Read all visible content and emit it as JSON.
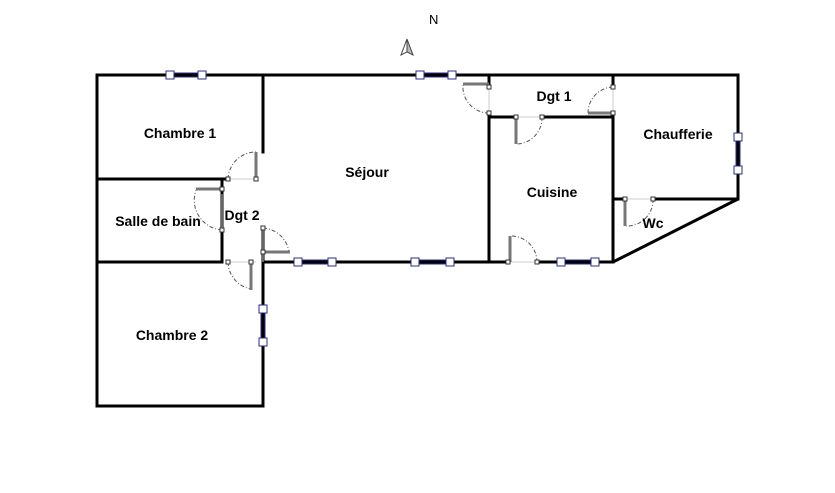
{
  "compass": {
    "label": "N"
  },
  "rooms": {
    "chambre1": "Chambre 1",
    "salle_de_bain": "Salle de bain",
    "dgt2": "Dgt 2",
    "chambre2": "Chambre 2",
    "sejour": "Séjour",
    "dgt1": "Dgt 1",
    "cuisine": "Cuisine",
    "chaufferie": "Chaufferie",
    "wc": "Wc"
  }
}
